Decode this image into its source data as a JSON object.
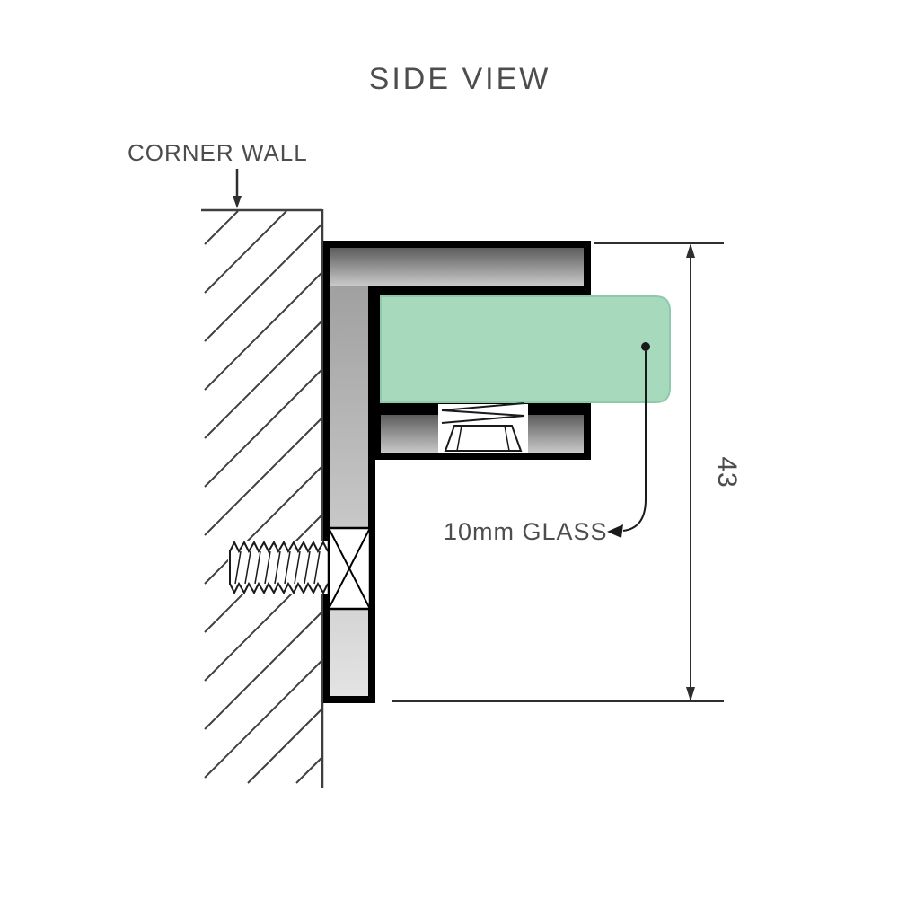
{
  "title": "SIDE VIEW",
  "labels": {
    "corner_wall": "CORNER WALL",
    "glass_callout": "10mm GLASS",
    "dimension_height": "43"
  },
  "colors": {
    "glass": "#a7dabd",
    "glass_edge": "#8fc9ab",
    "outline": "#000000",
    "text": "#4d4d4d",
    "line": "#3f3f3f",
    "metal_dark": "#5c5c5c",
    "metal_light": "#c9c9c9",
    "web_light": "#e3e3e3"
  }
}
